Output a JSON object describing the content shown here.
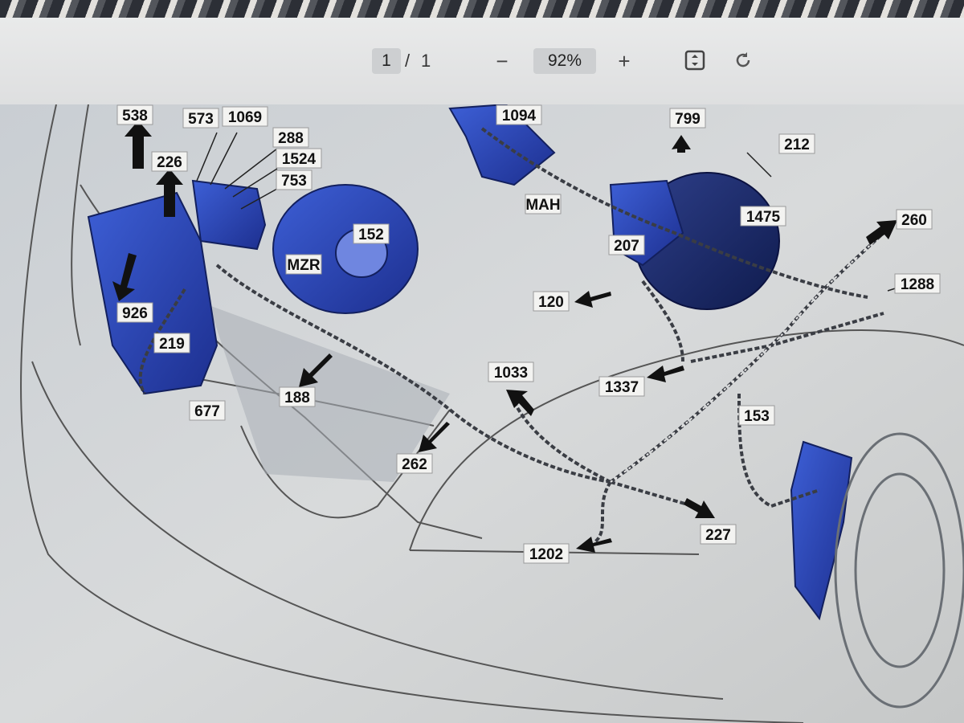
{
  "viewer": {
    "page_current": "1",
    "page_separator": "/",
    "page_total": "1",
    "zoom_out_icon": "minus-icon",
    "zoom_value": "92%",
    "zoom_in_icon": "plus-icon",
    "fit_page_icon": "fit-page-icon",
    "rotate_icon": "rotate-icon"
  },
  "diagram": {
    "labels": [
      "538",
      "573",
      "1069",
      "288",
      "1524",
      "753",
      "226",
      "152",
      "MZR",
      "926",
      "219",
      "677",
      "188",
      "262",
      "1094",
      "MAH",
      "799",
      "212",
      "1475",
      "207",
      "260",
      "1288",
      "120",
      "1033",
      "1337",
      "153",
      "227",
      "1202"
    ]
  },
  "colors": {
    "component_blue": "#2f4fc4",
    "background_grey": "#cfd3d6",
    "toolbar_grey": "#e3e4e5",
    "arrow_black": "#111111"
  }
}
